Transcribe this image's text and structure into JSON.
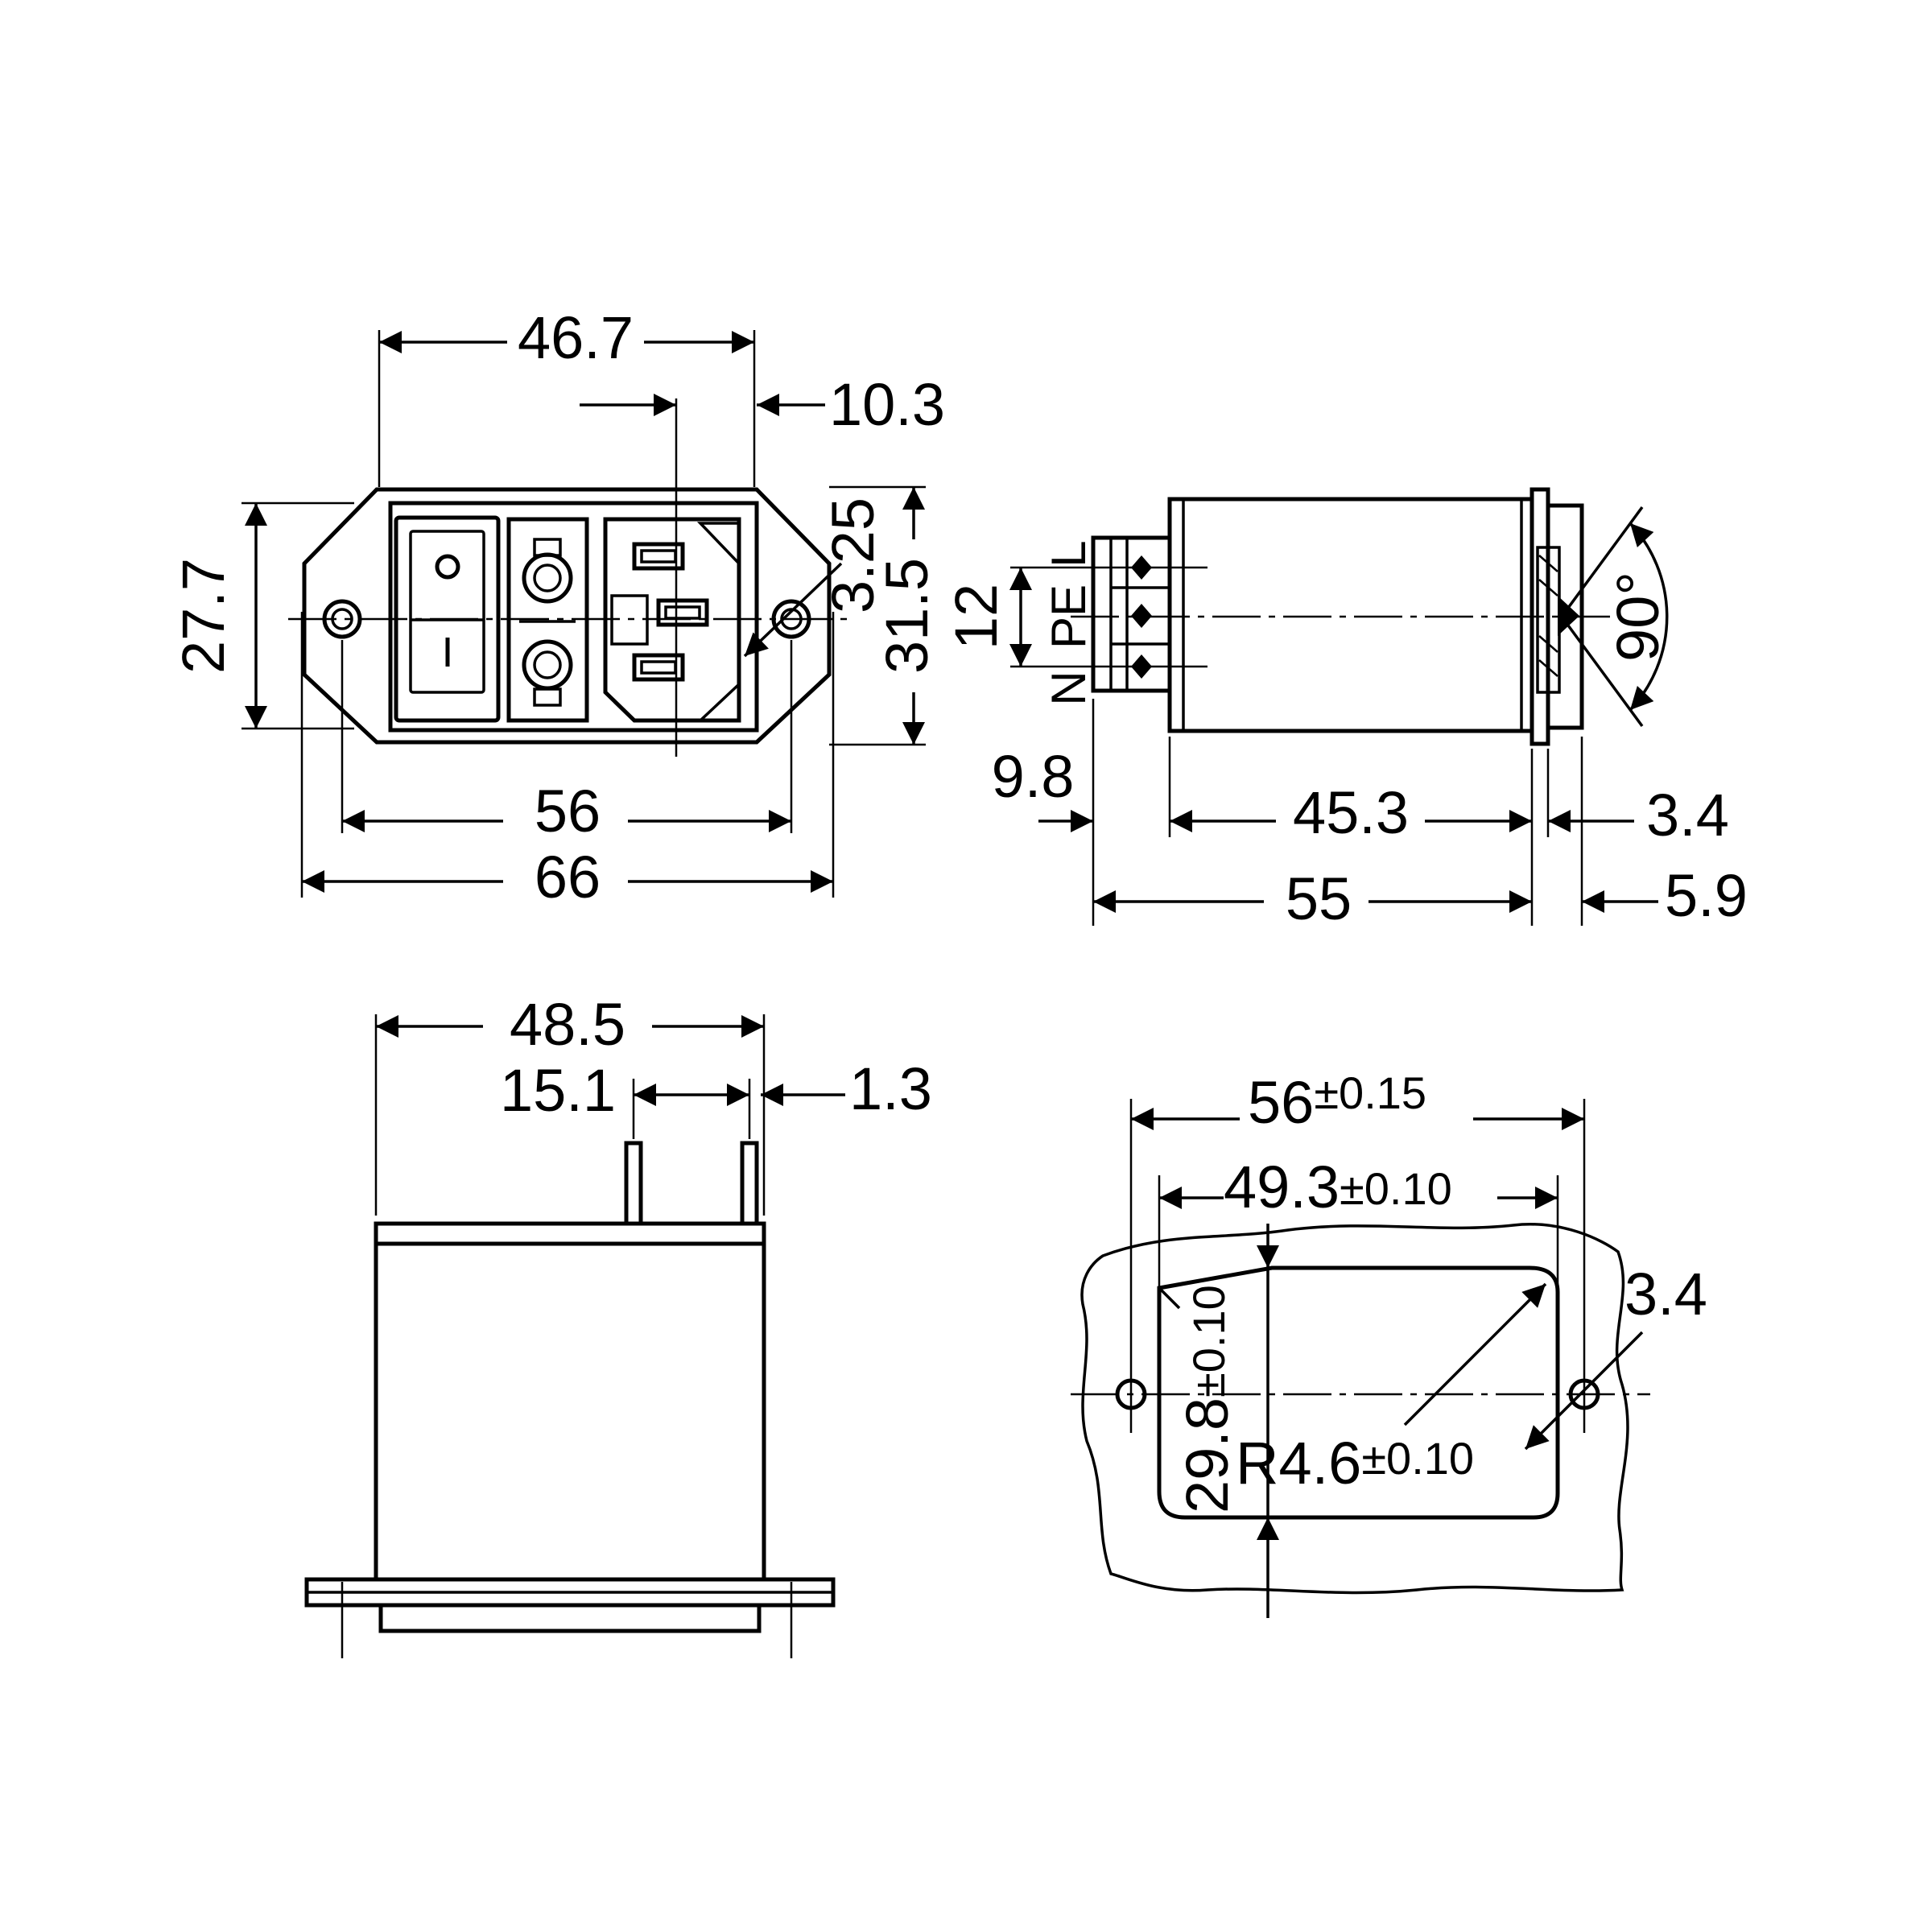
{
  "views": {
    "front": {
      "dims": {
        "width_flange_top": "46.7",
        "offset_socket": "10.3",
        "height": "27.7",
        "height_total": "31.5",
        "hole": "3.25",
        "hole_spacing": "56",
        "width_total": "66"
      },
      "switch": {
        "off_symbol": "O",
        "on_symbol": "I"
      }
    },
    "side": {
      "dims": {
        "terminal_pitch": "12",
        "terminal_len": "9.8",
        "body_len": "45.3",
        "flange_t": "3.4",
        "overall_len": "55",
        "front_len": "5.9",
        "angle": "90°"
      },
      "terminal_labels": [
        "L",
        "PE",
        "N"
      ]
    },
    "top": {
      "dims": {
        "width": "48.5",
        "pin_spacing": "15.1",
        "pin_dia": "1.3"
      }
    },
    "cutout": {
      "dims": {
        "hole_spacing": "56",
        "hole_spacing_tol": "±0.15",
        "width": "49.3",
        "width_tol": "±0.10",
        "height": "29.8",
        "height_tol": "±0.10",
        "radius": "R4.6",
        "radius_tol": "±0.10",
        "hole_dia": "3.4"
      }
    }
  },
  "colors": {
    "line": "#000000",
    "background": "#ffffff"
  }
}
